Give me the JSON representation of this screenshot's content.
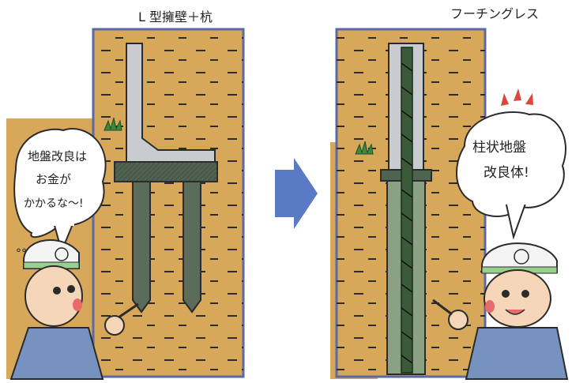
{
  "left_panel": {
    "title": "L 型擁壁＋杭",
    "speech": [
      "地盤改良は",
      "お金が",
      "かかるな〜!"
    ]
  },
  "right_panel": {
    "title": "フーチングレス",
    "speech": [
      "柱状地盤",
      "改良体!"
    ]
  },
  "colors": {
    "soil": "#d8a85a",
    "soil_dark": "#c7924a",
    "frame": "#5a6aa6",
    "arrow": "#5b7ac6",
    "concrete": "#c8ccd0",
    "pile": "#5c6c5a",
    "column": "#8aa184",
    "uniform": "#7892c0",
    "helmet": "#f4f4f4"
  }
}
